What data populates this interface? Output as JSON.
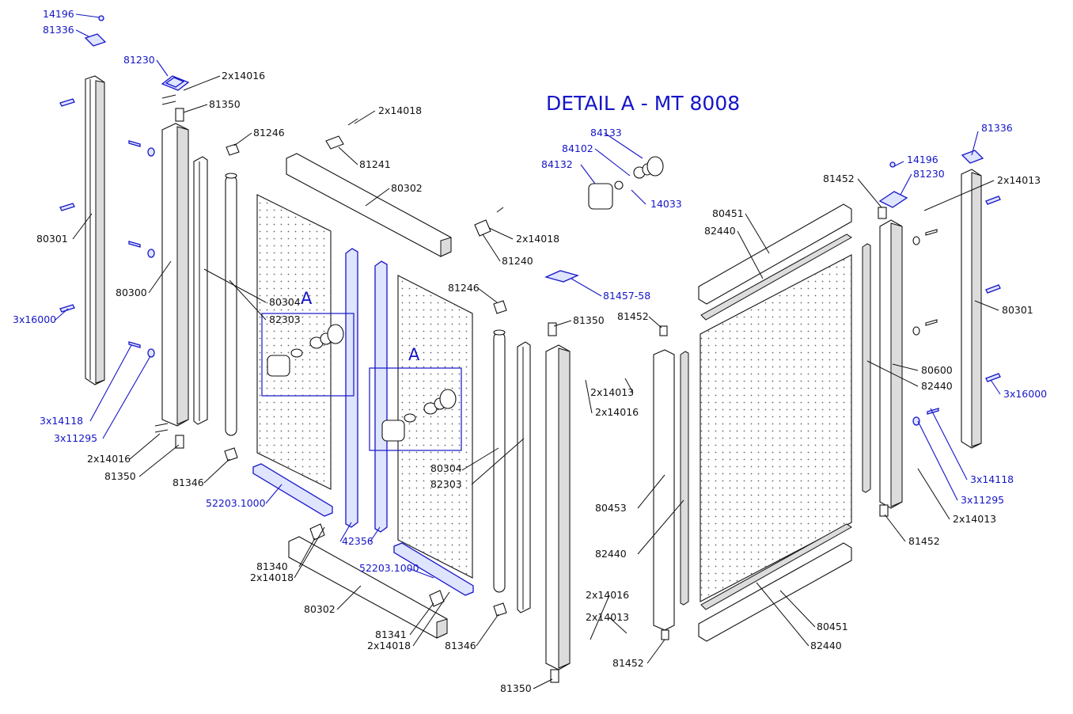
{
  "title": "DETAIL A - MT 8008",
  "detail_letter": "A",
  "colors": {
    "blue": "#1515c8",
    "black": "#111111"
  },
  "labels": {
    "p14196_a": "14196",
    "p81336_a": "81336",
    "p81230_a": "81230",
    "p2x14016_a": "2x14016",
    "p81350_a": "81350",
    "p81246_a": "81246",
    "p2x14018_a": "2x14018",
    "p81241": "81241",
    "p80302_a": "80302",
    "p80301_a": "80301",
    "p80300": "80300",
    "p3x16000_a": "3x16000",
    "p80304_a": "80304",
    "p82303_a": "82303",
    "p3x14118_a": "3x14118",
    "p3x11295_a": "3x11295",
    "p2x14016_b": "2x14016",
    "p81350_b": "81350",
    "p81346_a": "81346",
    "p52203_a": "52203.1000",
    "p81340": "81340",
    "p2x14018_b": "2x14018",
    "p42356": "42356",
    "p52203_b": "52203.1000",
    "p80302_b": "80302",
    "p81341": "81341",
    "p2x14018_c": "2x14018",
    "p81346_b": "81346",
    "p81350_c": "81350",
    "p84133": "84133",
    "p84102": "84102",
    "p84132": "84132",
    "p14033": "14033",
    "p2x14018_d": "2x14018",
    "p81240": "81240",
    "p81457": "81457-58",
    "p81246_b": "81246",
    "p81350_d": "81350",
    "p80304_b": "80304",
    "p82303_b": "82303",
    "p81452_a": "81452",
    "p2x14013_a": "2x14013",
    "p2x14016_c": "2x14016",
    "p80453": "80453",
    "p82440_a": "82440",
    "p2x14016_d": "2x14016",
    "p2x14013_b": "2x14013",
    "p81452_b": "81452",
    "p81336_b": "81336",
    "p14196_b": "14196",
    "p81230_b": "81230",
    "p81452_c": "81452",
    "p2x14013_c": "2x14013",
    "p80451_a": "80451",
    "p82440_b": "82440",
    "p80301_b": "80301",
    "p80600": "80600",
    "p82440_c": "82440",
    "p3x16000_b": "3x16000",
    "p3x14118_b": "3x14118",
    "p3x11295_b": "3x11295",
    "p2x14013_d": "2x14013",
    "p81452_d": "81452",
    "p80451_b": "80451",
    "p82440_d": "82440"
  }
}
